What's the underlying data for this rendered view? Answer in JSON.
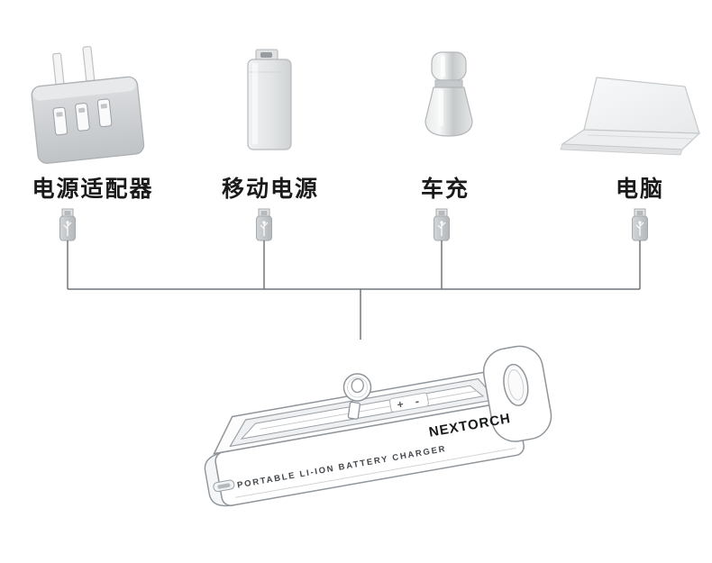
{
  "diagram": {
    "kind": "charging-sources-to-charger",
    "background": "#ffffff"
  },
  "sources": [
    {
      "label": "电源适配器",
      "icon": "power-adapter-icon"
    },
    {
      "label": "移动电源",
      "icon": "power-bank-icon"
    },
    {
      "label": "车充",
      "icon": "car-charger-icon"
    },
    {
      "label": "电脑",
      "icon": "laptop-icon"
    }
  ],
  "connectors": {
    "icon": "usb-plug-icon",
    "count": 4
  },
  "charger": {
    "brand": "NEXTORCH",
    "caption": "PORTABLE LI-ION BATTERY CHARGER",
    "polarity_plus": "+",
    "polarity_minus": "-"
  },
  "colors": {
    "line": "#70757a",
    "outline": "#8f959a",
    "label_text": "#1a1a1a",
    "metal_light": "#f2f3f4",
    "metal_dark": "#c2c5c8"
  }
}
